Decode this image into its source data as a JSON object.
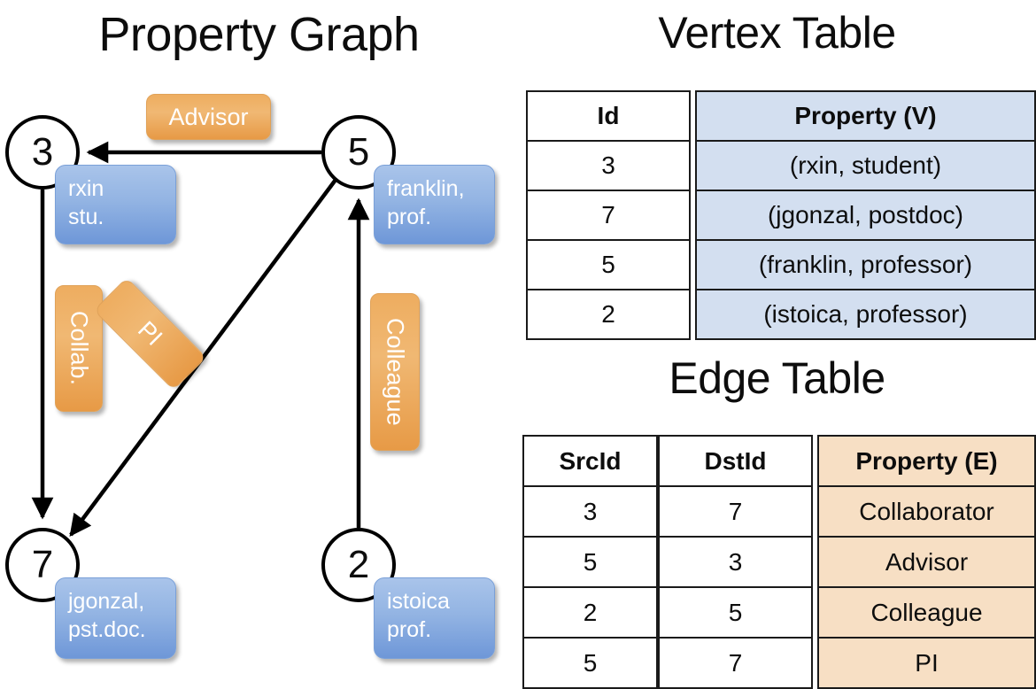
{
  "titles": {
    "property_graph": "Property Graph",
    "vertex_table": "Vertex Table",
    "edge_table": "Edge Table"
  },
  "colors": {
    "vertex_property_fill": "#d3dff0",
    "edge_property_fill": "#f7dfc4",
    "vertex_box_blue": "#93b4e3",
    "edge_label_orange": "#eead60",
    "stroke": "#000000"
  },
  "graph": {
    "nodes": [
      {
        "id": "3",
        "property_lines": [
          "rxin",
          "stu."
        ]
      },
      {
        "id": "5",
        "property_lines": [
          "franklin,",
          "prof."
        ]
      },
      {
        "id": "7",
        "property_lines": [
          "jgonzal,",
          "pst.doc."
        ]
      },
      {
        "id": "2",
        "property_lines": [
          "istoica",
          "prof."
        ]
      }
    ],
    "edge_labels": [
      {
        "name": "advisor",
        "text": "Advisor",
        "orientation": "horizontal"
      },
      {
        "name": "collab",
        "text": "Collab.",
        "orientation": "vertical"
      },
      {
        "name": "colleague",
        "text": "Colleague",
        "orientation": "vertical"
      },
      {
        "name": "pi",
        "text": "PI",
        "orientation": "diagonal"
      }
    ]
  },
  "vertex_table": {
    "headers": [
      "Id",
      "Property (V)"
    ],
    "rows": [
      {
        "id": "3",
        "property": "(rxin, student)"
      },
      {
        "id": "7",
        "property": "(jgonzal, postdoc)"
      },
      {
        "id": "5",
        "property": "(franklin, professor)"
      },
      {
        "id": "2",
        "property": "(istoica, professor)"
      }
    ]
  },
  "edge_table": {
    "headers": [
      "SrcId",
      "DstId",
      "Property (E)"
    ],
    "rows": [
      {
        "src": "3",
        "dst": "7",
        "property": "Collaborator"
      },
      {
        "src": "5",
        "dst": "3",
        "property": "Advisor"
      },
      {
        "src": "2",
        "dst": "5",
        "property": "Colleague"
      },
      {
        "src": "5",
        "dst": "7",
        "property": "PI"
      }
    ]
  }
}
